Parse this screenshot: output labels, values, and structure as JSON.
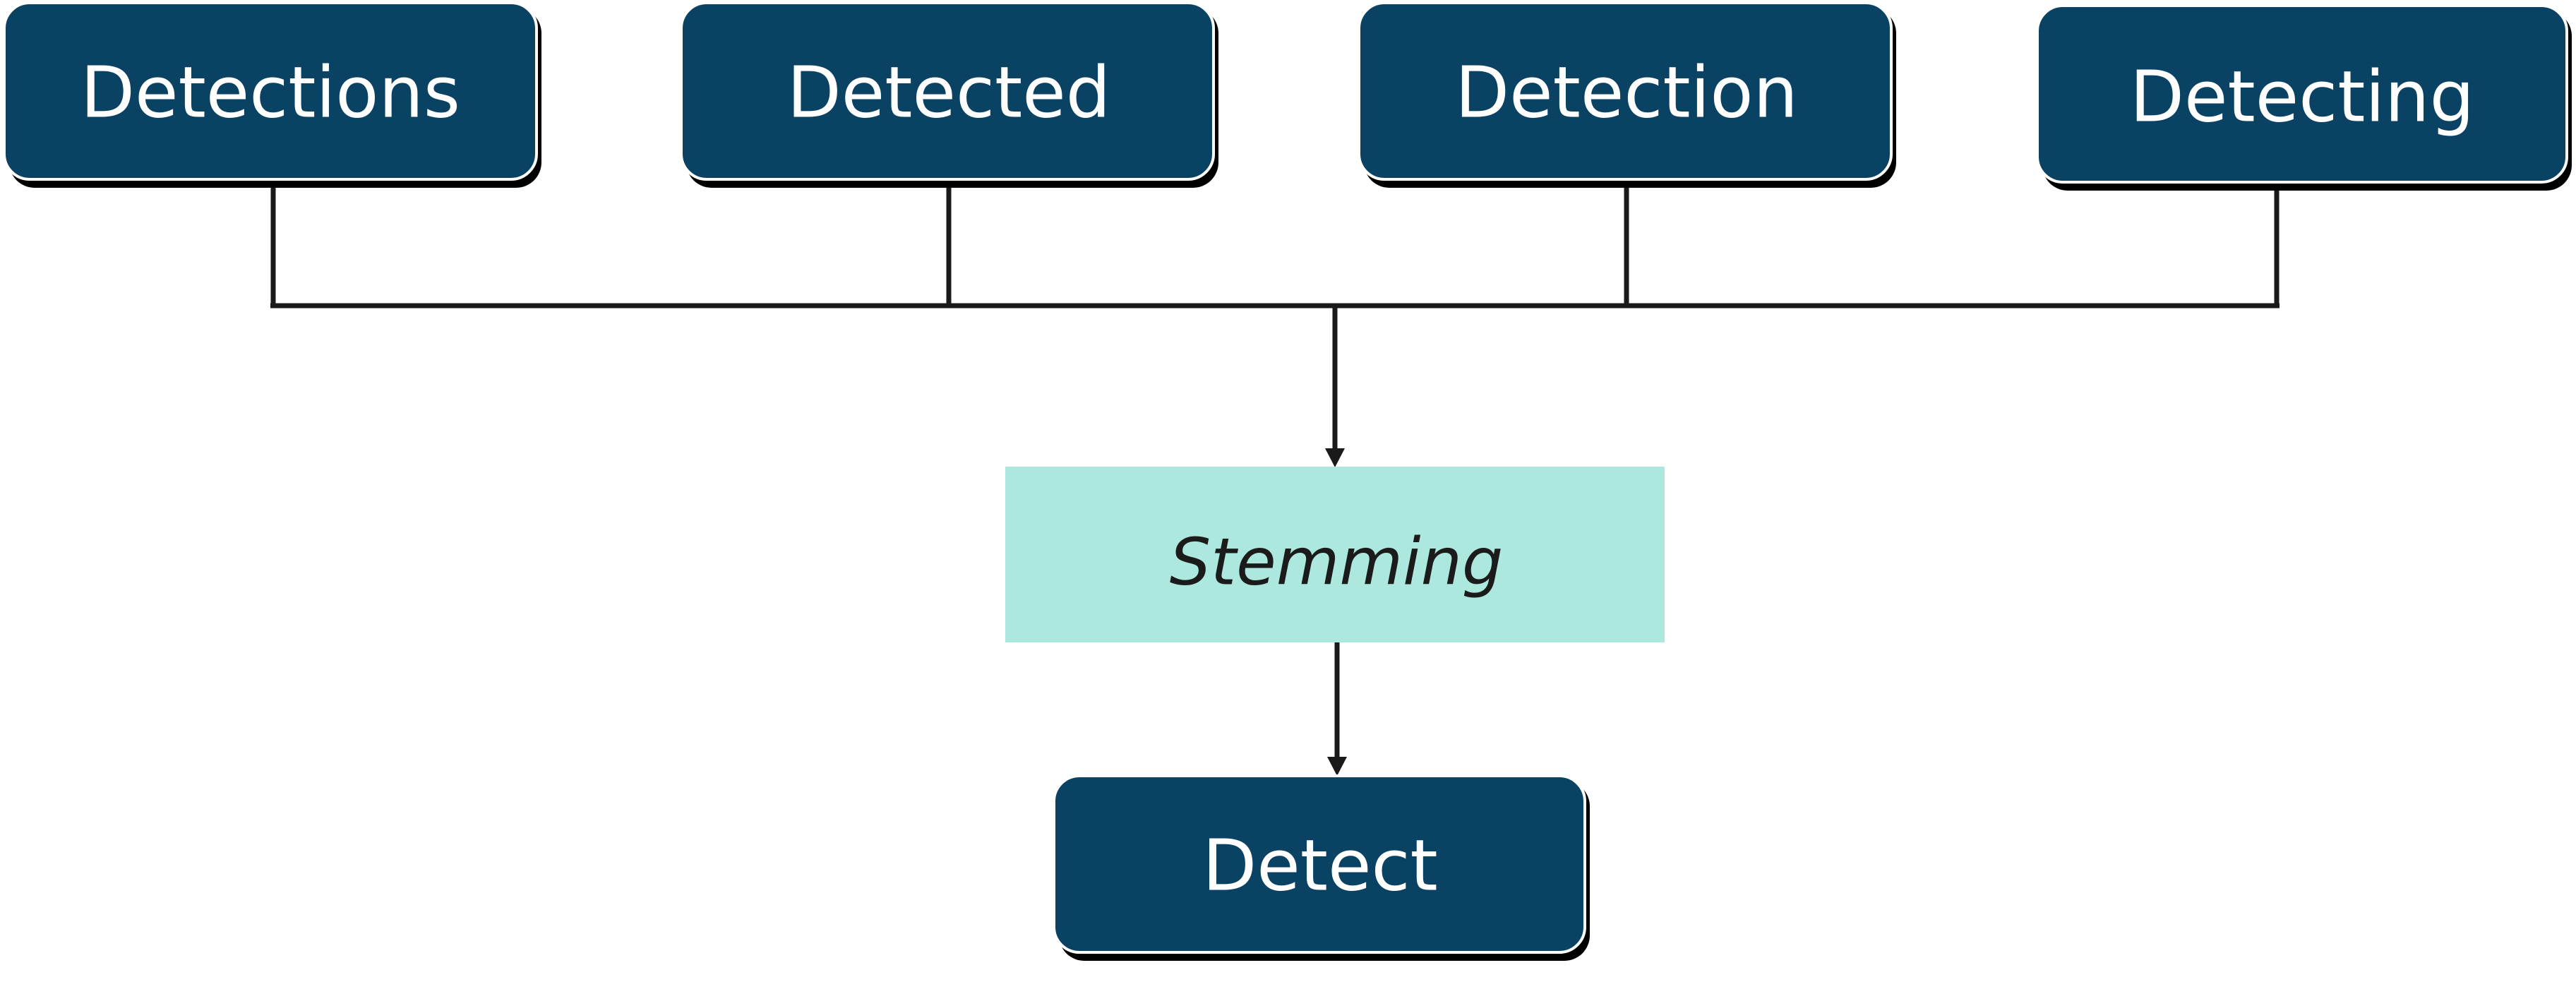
{
  "diagram": {
    "inputs": [
      {
        "label": "Detections"
      },
      {
        "label": "Detected"
      },
      {
        "label": "Detection"
      },
      {
        "label": "Detecting"
      }
    ],
    "process": {
      "label": "Stemming"
    },
    "output": {
      "label": "Detect"
    },
    "colors": {
      "term_box_fill": "#0a4263",
      "term_box_text": "#ffffff",
      "process_fill": "#ace8de",
      "process_text": "#1b1b1b",
      "connector": "#1a1a1a"
    }
  }
}
